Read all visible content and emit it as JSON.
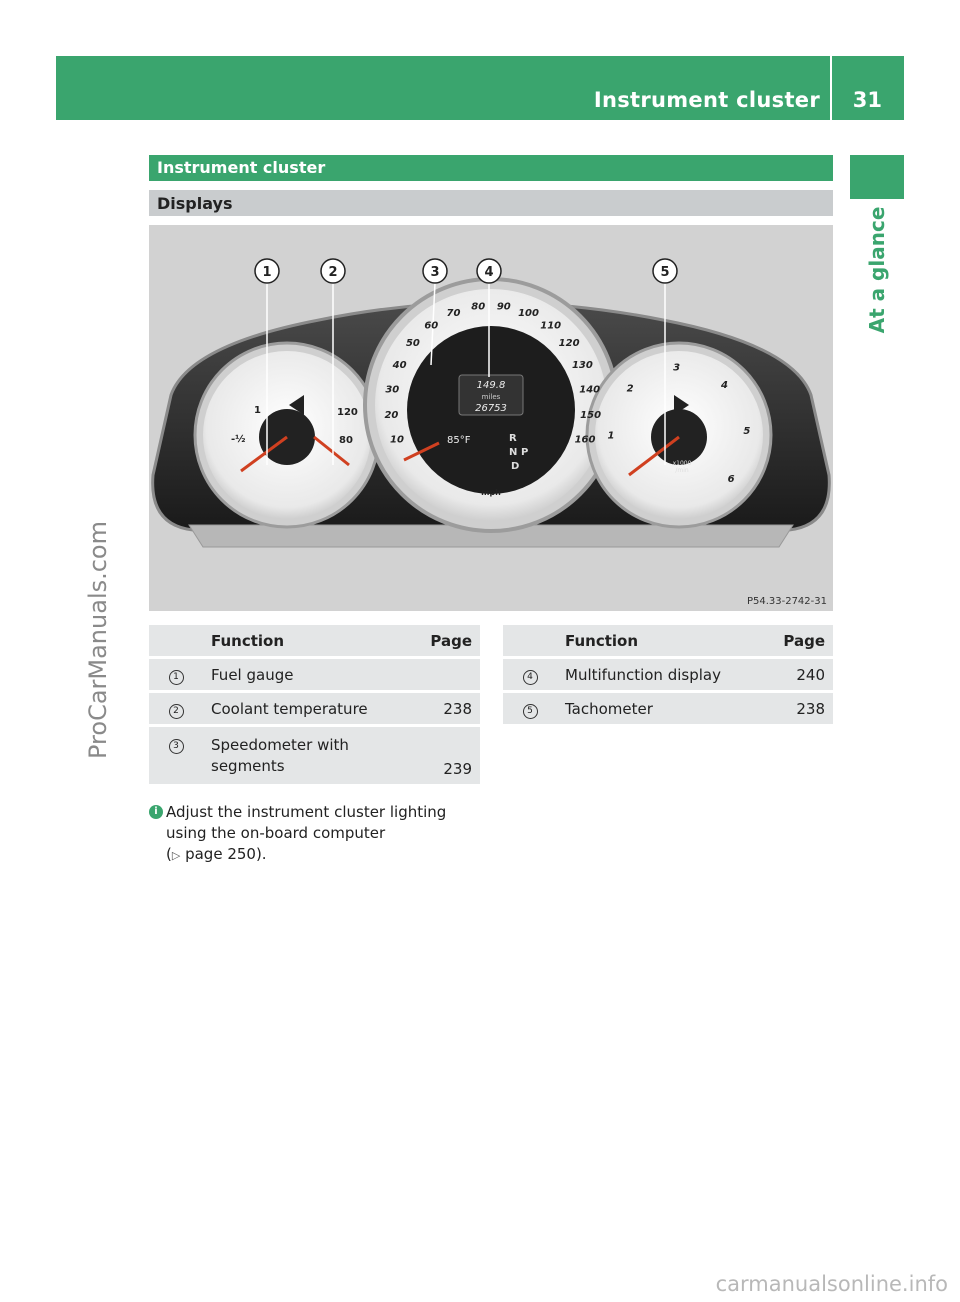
{
  "header": {
    "title": "Instrument cluster",
    "page_number": "31"
  },
  "side_tab": {
    "label": "At a glance"
  },
  "watermark": "ProCarManuals.com",
  "footer_watermark": "carmanualsonline.info",
  "section": {
    "title": "Instrument cluster",
    "subtitle": "Displays"
  },
  "image": {
    "code": "P54.33-2742-31",
    "callouts": [
      "1",
      "2",
      "3",
      "4",
      "5"
    ],
    "display_text": {
      "trip": "149.8",
      "unit": "miles",
      "odometer": "26753",
      "temp": "85°F",
      "gears": [
        "R",
        "N",
        "P",
        "D"
      ],
      "speed_unit": "mph",
      "rpm_unit": "x1000",
      "rpm_unit2": "/min"
    },
    "speed_ticks": [
      "10",
      "20",
      "30",
      "40",
      "50",
      "60",
      "70",
      "80",
      "90",
      "100",
      "110",
      "120",
      "130",
      "140",
      "150",
      "160"
    ],
    "rpm_ticks": [
      "1",
      "2",
      "3",
      "4",
      "5",
      "6"
    ]
  },
  "table_left": {
    "headers": {
      "function": "Function",
      "page": "Page"
    },
    "rows": [
      {
        "num": "1",
        "function": "Fuel gauge",
        "page": ""
      },
      {
        "num": "2",
        "function": "Coolant temperature",
        "page": "238"
      },
      {
        "num": "3",
        "function_line1": "Speedometer with",
        "function_line2": "segments",
        "page": "239"
      }
    ]
  },
  "table_right": {
    "headers": {
      "function": "Function",
      "page": "Page"
    },
    "rows": [
      {
        "num": "4",
        "function": "Multifunction display",
        "page": "240"
      },
      {
        "num": "5",
        "function": "Tachometer",
        "page": "238"
      }
    ]
  },
  "note": {
    "line1": "Adjust the instrument cluster lighting",
    "line2": "using the on-board computer",
    "line3_prefix": "(",
    "arrow": "▷",
    "line3_suffix": " page 250)."
  }
}
